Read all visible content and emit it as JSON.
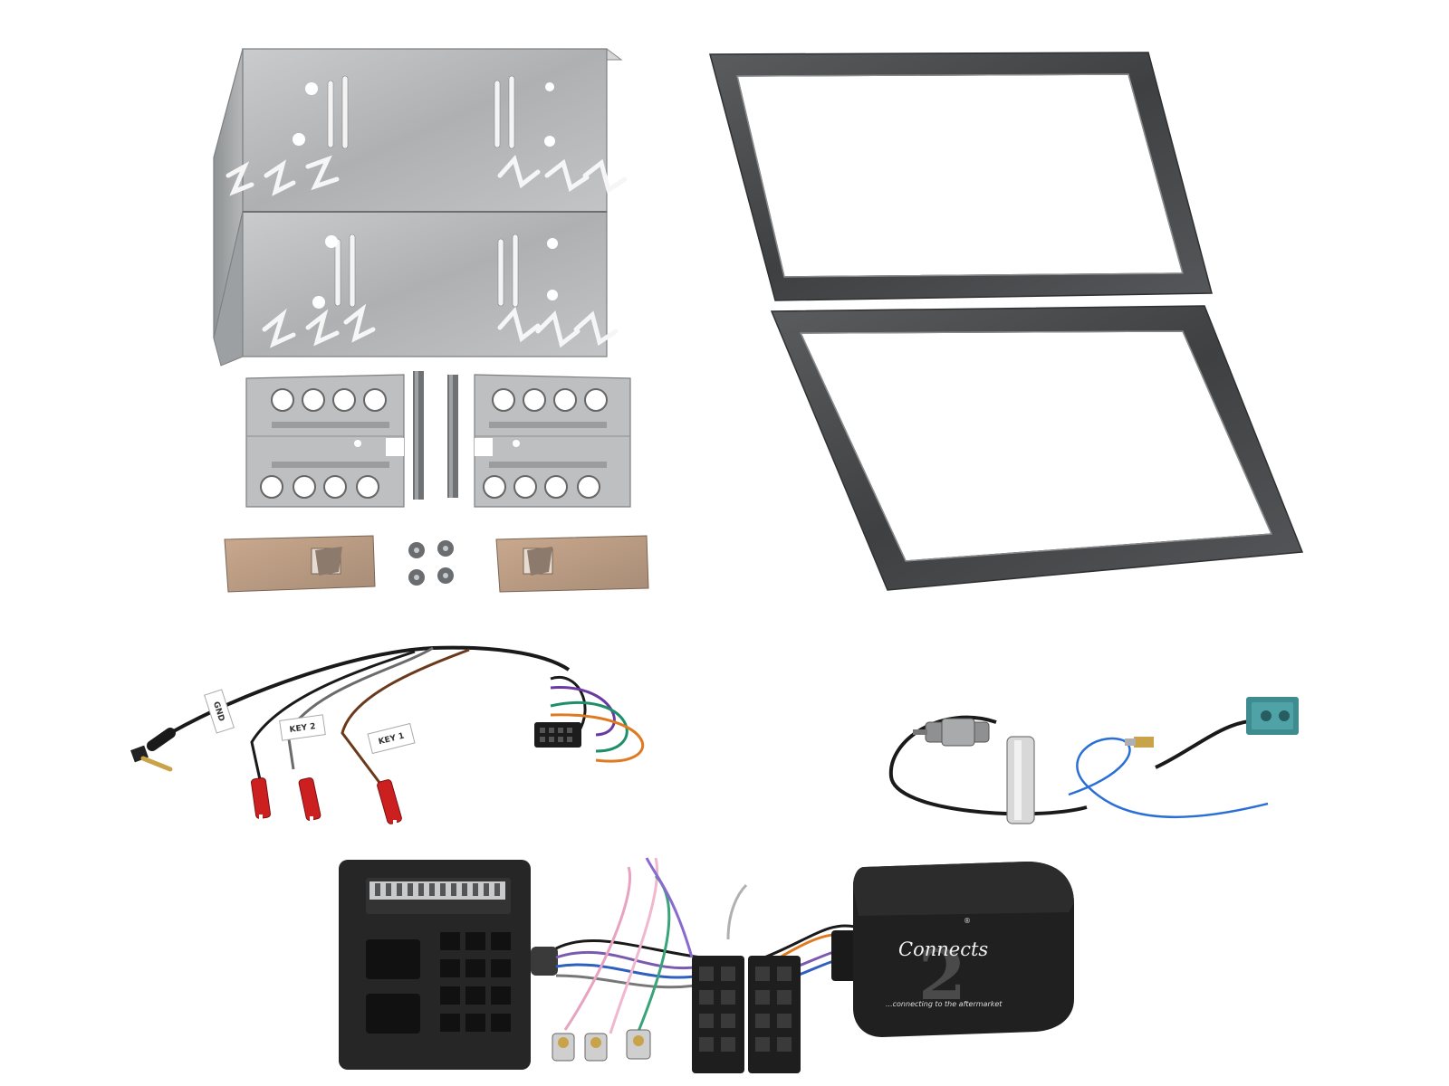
{
  "cage": {
    "icon": "din-mounting-cage-icon"
  },
  "side_plates": {
    "icon": "side-mounting-plate-icon"
  },
  "release_keys": {
    "icon": "release-key-icon"
  },
  "spring_clips": {
    "icon": "spring-clip-icon"
  },
  "screws": {
    "icon": "screw-icon"
  },
  "fascia_upper": {
    "icon": "fascia-frame-icon"
  },
  "fascia_lower": {
    "icon": "fascia-frame-icon"
  },
  "patch_lead": {
    "icon": "steering-patch-lead-icon",
    "tags": [
      {
        "label": "GND"
      },
      {
        "label": "KEY 2"
      },
      {
        "label": "KEY 1"
      }
    ]
  },
  "aerial_adapter": {
    "icon": "aerial-adapter-icon"
  },
  "stalk_interface": {
    "icon": "stalk-interface-icon",
    "logo_brand": "Connects",
    "logo_number": "2",
    "logo_tagline": "...connecting to the aftermarket",
    "logo_mark": "®"
  },
  "colors": {
    "metal": "#b7b9bb",
    "frame": "#4b4d4f",
    "box": "#202020",
    "pin": "#cc2020"
  }
}
